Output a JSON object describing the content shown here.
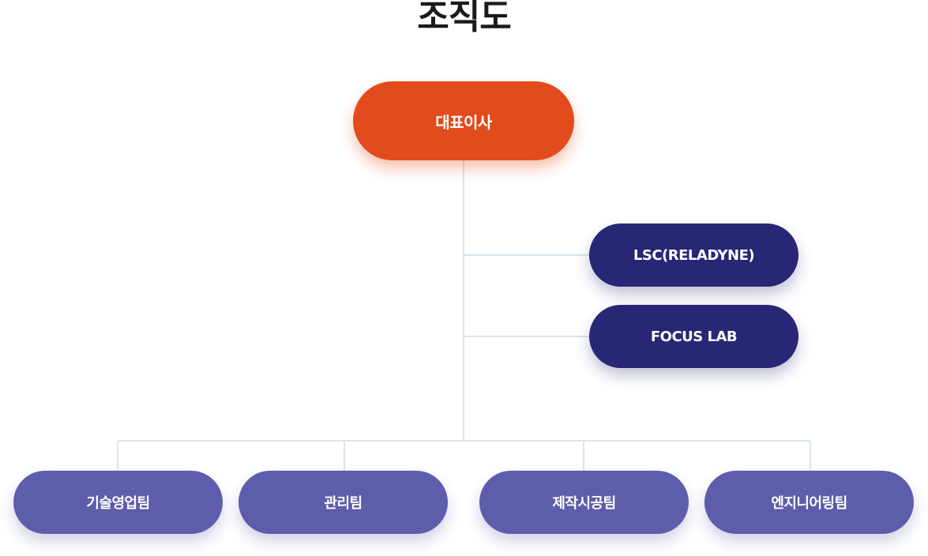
{
  "page": {
    "title": "조직도"
  },
  "org": {
    "ceo": "대표이사",
    "affiliates": [
      "LSC(RELADYNE)",
      "FOCUS LAB"
    ],
    "teams": [
      "기술영업팀",
      "관리팀",
      "제작시공팀",
      "엔지니어링팀"
    ]
  },
  "colors": {
    "ceo": "#e24b1b",
    "affiliate": "#272775",
    "team": "#5d5dab",
    "connector": "#dbe4ee"
  }
}
